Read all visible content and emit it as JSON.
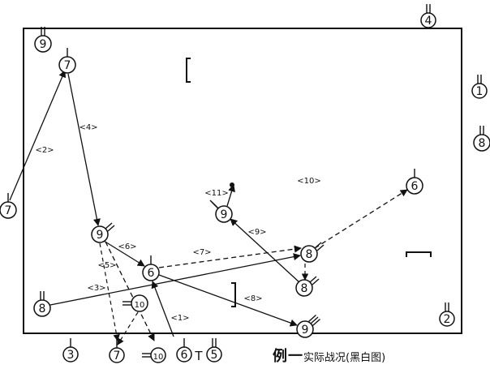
{
  "caption": {
    "main": "例一",
    "sub": "实际战况(黑白图)"
  },
  "markers": [
    {
      "id": "m9a",
      "num": "9"
    },
    {
      "id": "m7a",
      "num": "7"
    },
    {
      "id": "m7b",
      "num": "7"
    },
    {
      "id": "m9b",
      "num": "9"
    },
    {
      "id": "m6a",
      "num": "6"
    },
    {
      "id": "m10a",
      "num": "10"
    },
    {
      "id": "m8a",
      "num": "8"
    },
    {
      "id": "m7c",
      "num": "7"
    },
    {
      "id": "m10b",
      "num": "10"
    },
    {
      "id": "m6b",
      "num": "6"
    },
    {
      "id": "m9c",
      "num": "9"
    },
    {
      "id": "m8b",
      "num": "8"
    },
    {
      "id": "m8c",
      "num": "8"
    },
    {
      "id": "m9d",
      "num": "9"
    },
    {
      "id": "m6c",
      "num": "6"
    },
    {
      "id": "m8d",
      "num": "8"
    },
    {
      "id": "e1",
      "num": "1"
    },
    {
      "id": "e2",
      "num": "2"
    },
    {
      "id": "e3",
      "num": "3"
    },
    {
      "id": "e4",
      "num": "4"
    },
    {
      "id": "e5",
      "num": "5"
    }
  ],
  "moves": [
    {
      "label": "<1>",
      "dashed": false
    },
    {
      "label": "<2>",
      "dashed": false
    },
    {
      "label": "<3>",
      "dashed": false
    },
    {
      "label": "<4>",
      "dashed": false
    },
    {
      "label": "<5>",
      "dashed": true
    },
    {
      "label": "<6>",
      "dashed": false
    },
    {
      "label": "<7>",
      "dashed": true
    },
    {
      "label": "<8>",
      "dashed": false
    },
    {
      "label": "<9>",
      "dashed": false
    },
    {
      "label": "<10>",
      "dashed": true
    },
    {
      "label": "<11>",
      "dashed": false
    }
  ],
  "extra_glyphs": [
    {
      "id": "t_mark",
      "text": "T"
    }
  ]
}
